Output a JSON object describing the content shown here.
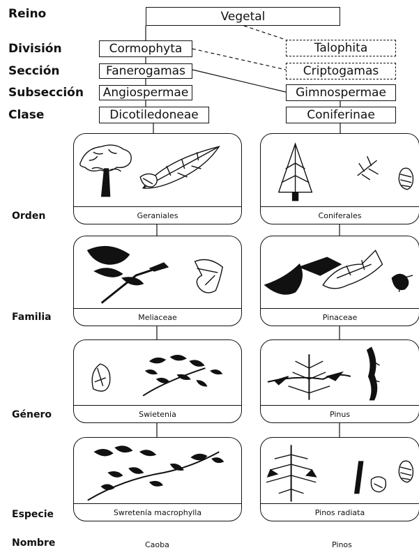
{
  "ranks": {
    "reino": "Reino",
    "division": "División",
    "seccion": "Sección",
    "subseccion": "Subsección",
    "clase": "Clase",
    "orden": "Orden",
    "familia": "Familia",
    "genero": "Género",
    "especie": "Especie",
    "nombre": "Nombre"
  },
  "taxa": {
    "vegetal": "Vegetal",
    "cormophyta": "Cormophyta",
    "talophita": "Talophita",
    "fanerogamas": "Fanerogamas",
    "criptogamas": "Criptogamas",
    "angiospermae": "Angiospermae",
    "gimnospermae": "Gimnospermae",
    "dicotiledoneae": "Dicotiledoneae",
    "coniferinae": "Coniferinae"
  },
  "left_branch": {
    "orden": "Geraniales",
    "familia": "Meliaceae",
    "genero": "Swietenia",
    "especie": "Swretenía macrophylla",
    "nombre": "Caoba"
  },
  "right_branch": {
    "orden": "Coniferales",
    "familia": "Pinaceae",
    "genero": "Pinus",
    "especie": "Pinos radiata",
    "nombre": "Pinos"
  }
}
